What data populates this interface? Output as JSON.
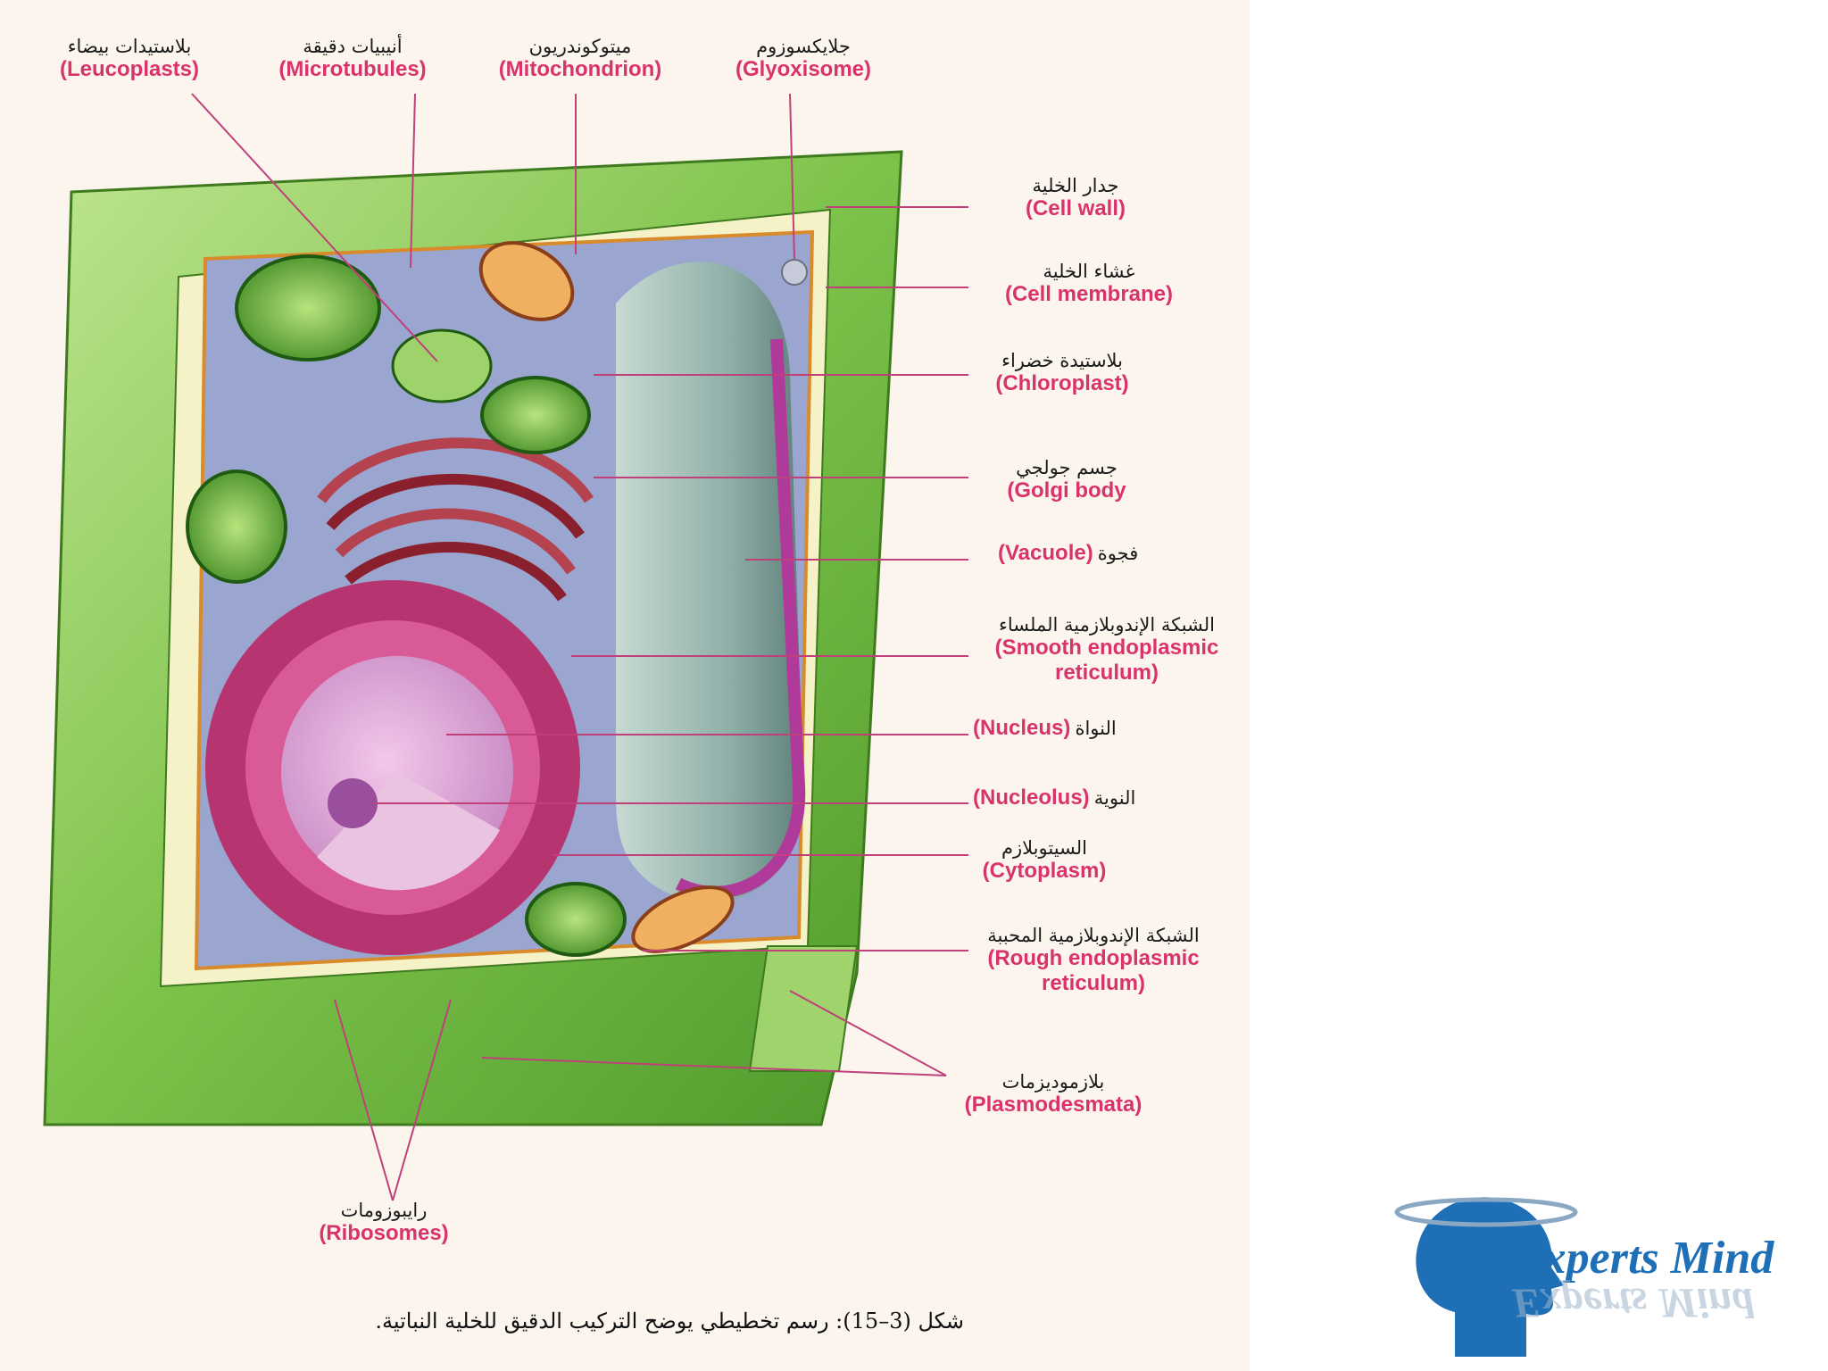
{
  "labels": {
    "leucoplasts": {
      "ar": "بلاستيدات بيضاء",
      "en": "(Leucoplasts)"
    },
    "microtubules": {
      "ar": "أنيبيات دقيقة",
      "en": "(Microtubules)"
    },
    "mitochondrion": {
      "ar": "ميتوكوندريون",
      "en": "(Mitochondrion)"
    },
    "glyoxisome": {
      "ar": "جلايكسوزوم",
      "en": "(Glyoxisome)"
    },
    "cell_wall": {
      "ar": "جدار الخلية",
      "en": "(Cell wall)"
    },
    "cell_membrane": {
      "ar": "غشاء الخلية",
      "en": "(Cell membrane)"
    },
    "chloroplast": {
      "ar": "بلاستيدة خضراء",
      "en": "(Chloroplast)"
    },
    "golgi": {
      "ar": "جسم جولجي",
      "en": "(Golgi body"
    },
    "vacuole": {
      "ar": "فجوة",
      "en": "(Vacuole)"
    },
    "smooth_er": {
      "ar": "الشبكة الإندوبلازمية الملساء",
      "en1": "(Smooth endoplasmic",
      "en2": "reticulum)"
    },
    "nucleus": {
      "ar": "النواة",
      "en": "(Nucleus)"
    },
    "nucleolus": {
      "ar": "النوية",
      "en": "(Nucleolus)"
    },
    "cytoplasm": {
      "ar": "السيتوبلازم",
      "en": "(Cytoplasm)"
    },
    "rough_er": {
      "ar": "الشبكة الإندوبلازمية المحببة",
      "en1": "(Rough endoplasmic",
      "en2": "reticulum)"
    },
    "plasmodesmata": {
      "ar": "بلازموديزمات",
      "en": "(Plasmodesmata)"
    },
    "ribosomes": {
      "ar": "رايبوزومات",
      "en": "(Ribosomes)"
    }
  },
  "caption": "شكل (3–15): رسم تخطيطي يوضح التركيب الدقيق للخلية النباتية.",
  "logo": {
    "text": "Experts Mind"
  },
  "colors": {
    "label_en": "#d9336b",
    "leader_line": "#c0407a",
    "wall": "#7cc24a",
    "cytoplasm": "#9aa6cf",
    "vacuole": "#8fb0a8",
    "nucleus": "#c13f86",
    "logo": "#1f6fb6"
  }
}
